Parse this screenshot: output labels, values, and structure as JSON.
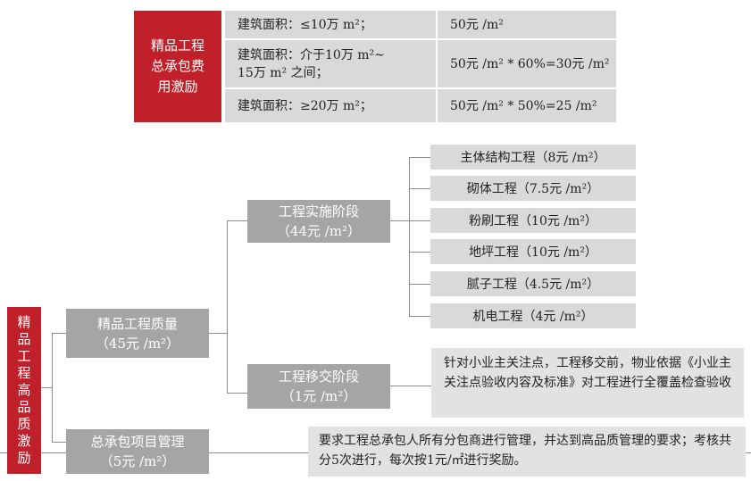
{
  "fee_table": {
    "title": "精品工程\n总承包费\n用激励",
    "rows": [
      {
        "condition": "建筑面积：≤10万 m²；",
        "fee": "50元 /m²"
      },
      {
        "condition": "建筑面积：介于10万 m²~\n15万 m² 之间；",
        "fee": "50元 /m² * 60%=30元 /m²"
      },
      {
        "condition": "建筑面积：≥20万 m²；",
        "fee": "50元 /m² * 50%=25 /m²"
      }
    ]
  },
  "tree": {
    "root": "精\n品\n工\n程\n高\n品\n质\n激\n励",
    "quality": {
      "label": "精品工程质量",
      "value": "（45元 /m²）"
    },
    "management": {
      "label": "总承包项目管理",
      "value": "（5元 /m²）"
    },
    "construction": {
      "label": "工程实施阶段",
      "value": "（44元 /m²）"
    },
    "handover": {
      "label": "工程移交阶段",
      "value": "（1元 /m²）"
    },
    "items": [
      "主体结构工程（8元 /m²）",
      "砌体工程（7.5元 /m²）",
      "粉刷工程（10元 /m²）",
      "地坪工程（10元 /m²）",
      "腻子工程（4.5元 /m²）",
      "机电工程（4元 /m²）"
    ],
    "handover_note": "针对小业主关注点，工程移交前，物业依据《小业主关注点验收内容及标准》对工程进行全覆盖检查验收",
    "management_note": "要求工程总承包人所有分包商进行管理，并达到高品质管理的要求；考核共分5次进行，每次按1元/㎡进行奖励。"
  }
}
